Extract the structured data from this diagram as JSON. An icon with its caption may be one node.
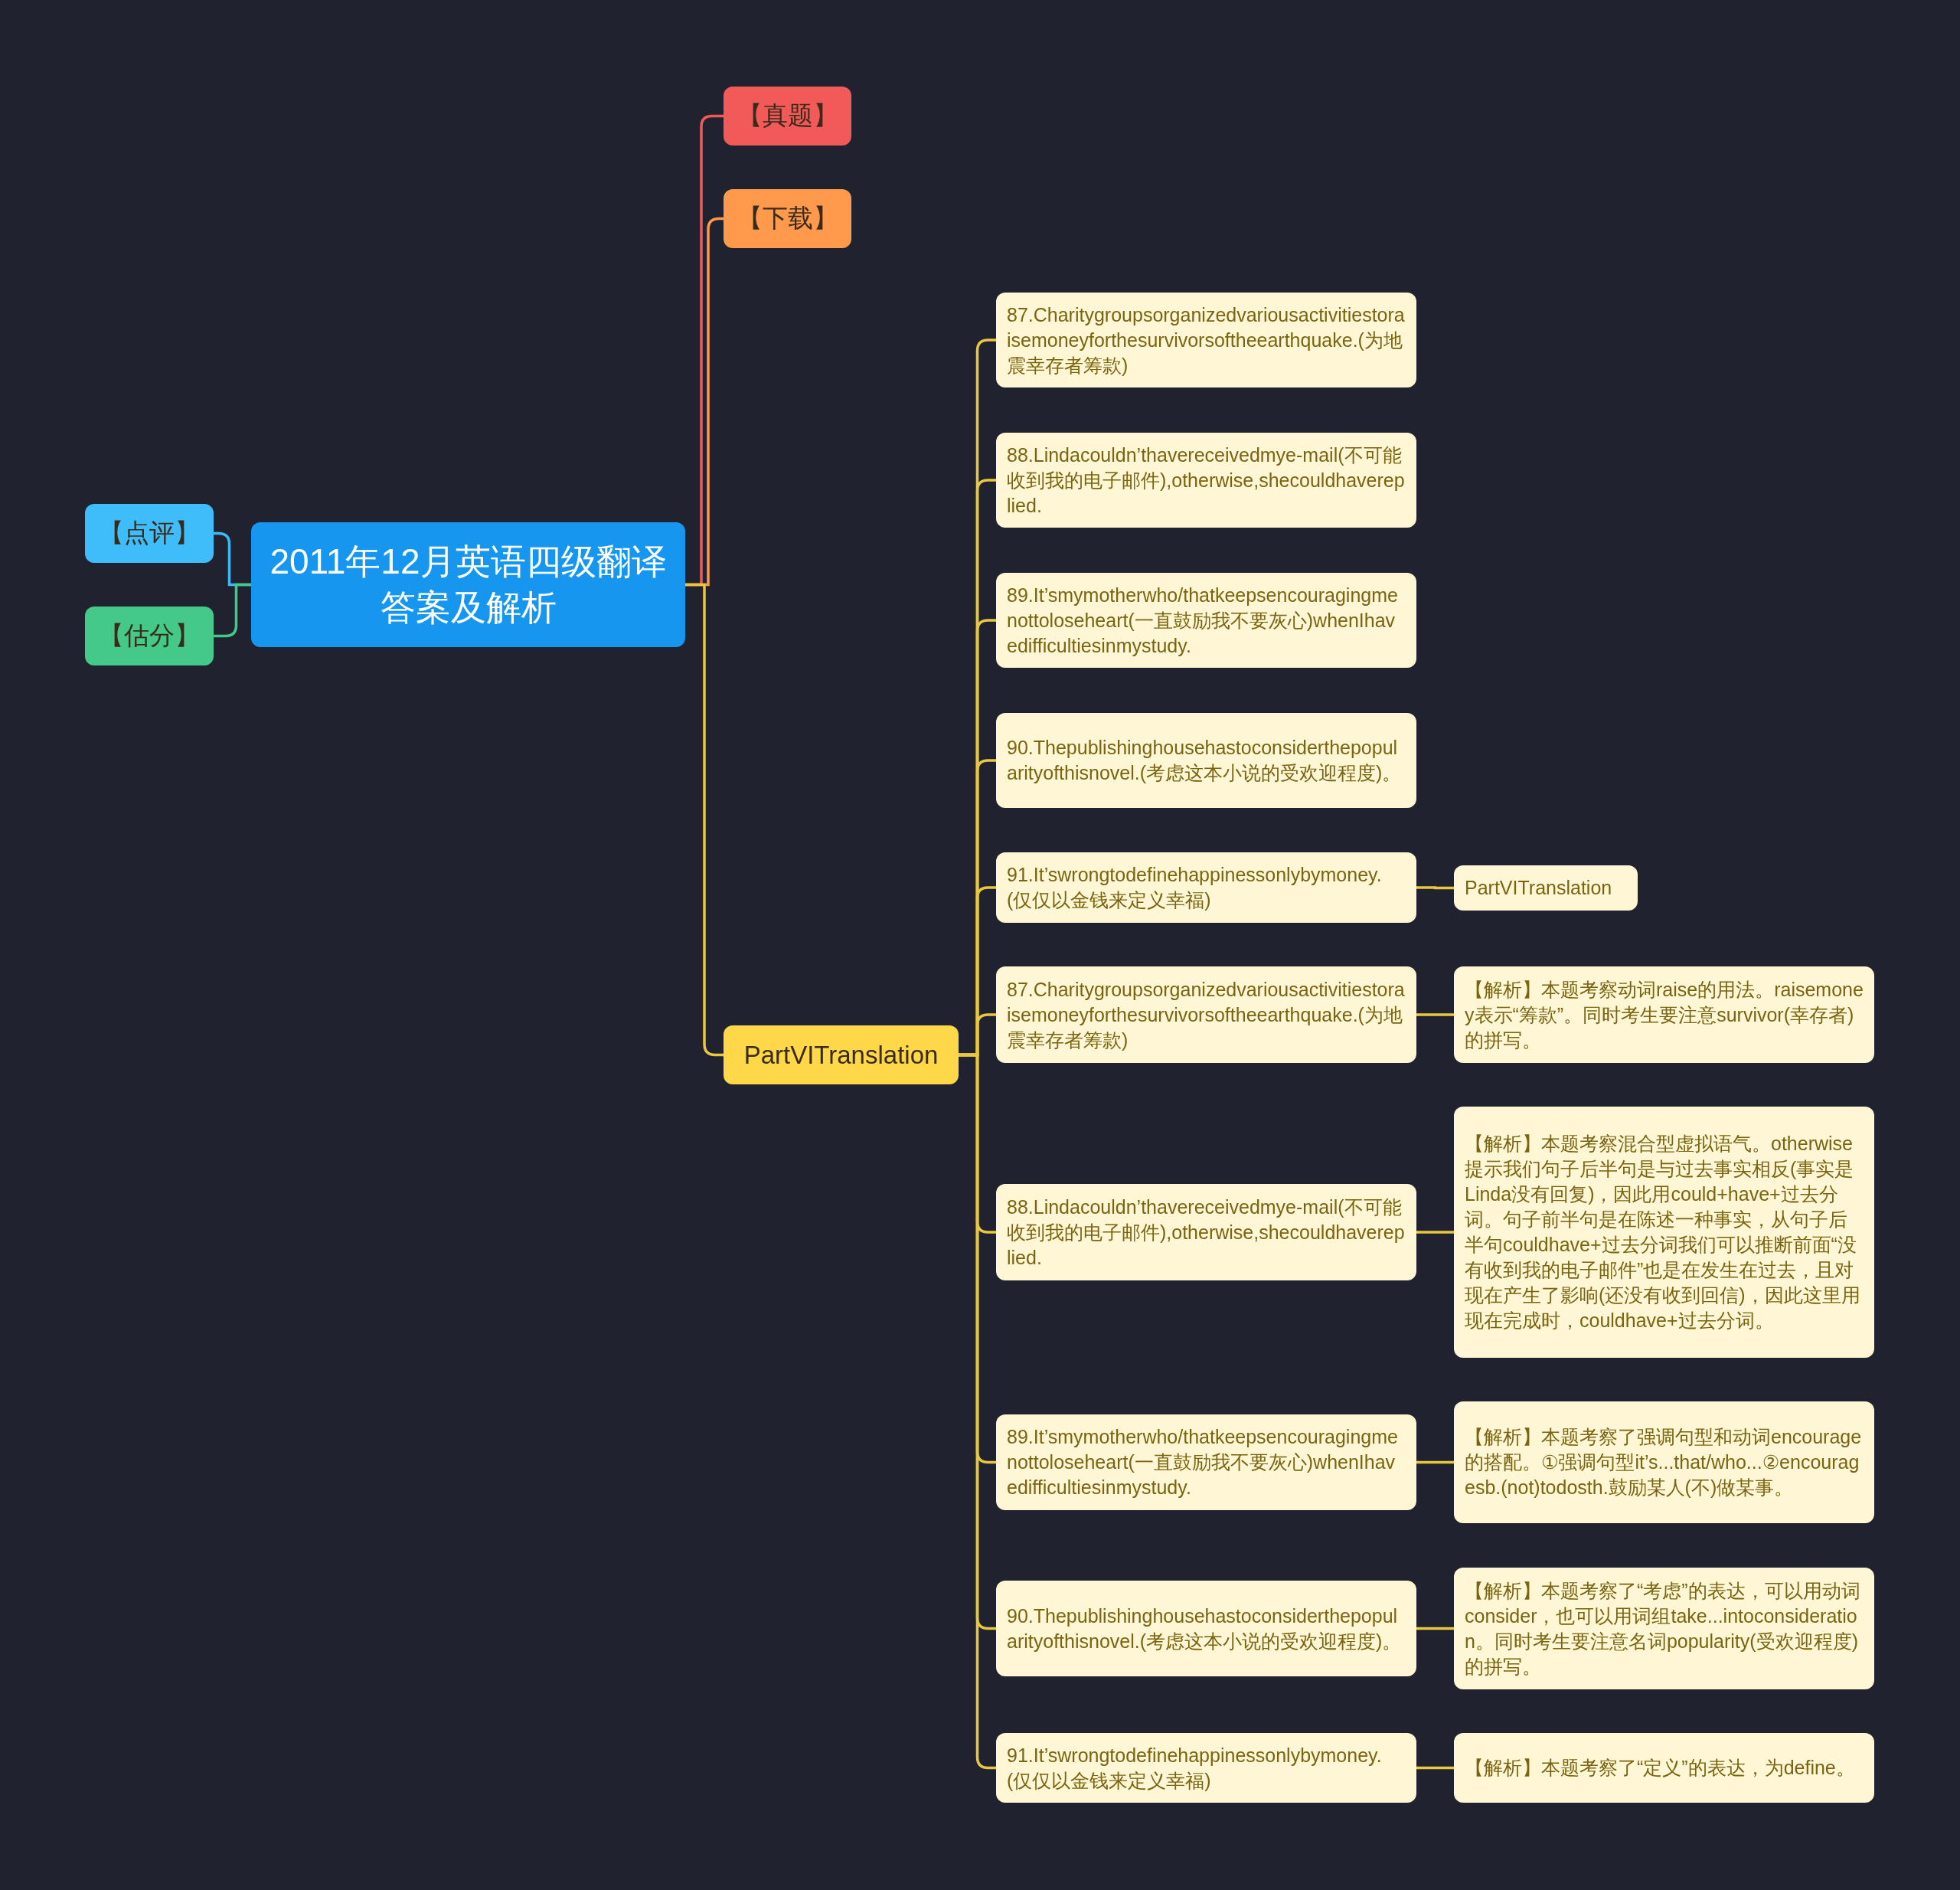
{
  "diagram": {
    "nodes": [
      {
        "text": [
          "2011年12月英语四级翻译答案及解析"
        ]
      },
      {
        "text": [
          "【点评】"
        ]
      },
      {
        "text": [
          "【估分】"
        ]
      },
      {
        "text": [
          "【真题】"
        ]
      },
      {
        "text": [
          "【下载】"
        ]
      },
      {
        "text": [
          "PartVITranslation"
        ]
      },
      {
        "text": [
          "87.Charitygroupsorganizedvariousactivitiestoraisemoneyforthesurvivorsoftheearthquake.(为地震幸存者筹款)"
        ]
      },
      {
        "text": [
          "88.Lindacouldn’thavereceivedmye-mail(不可能收到我的电子邮件),otherwise,shecouldhavereplied."
        ]
      },
      {
        "text": [
          "89.It’smymotherwho/thatkeepsencouragingmenottoloseheart(一直鼓励我不要灰心)whenIhavedifficultiesinmystudy."
        ]
      },
      {
        "text": [
          "90.Thepublishinghousehastoconsiderthepopularityofthisnovel.(考虑这本小说的受欢迎程度)。"
        ]
      },
      {
        "text": [
          "91.It’swrongtodefinehappinessonlybymoney.(仅仅以金钱来定义幸福)"
        ]
      },
      {
        "text": [
          "PartVITranslation"
        ]
      },
      {
        "text": [
          "87.Charitygroupsorganizedvariousactivitiestoraisemoneyforthesurvivorsoftheearthquake.(为地震幸存者筹款)"
        ]
      },
      {
        "text": [
          "【解析】本题考察动词raise的用法。raisemoney表示“筹款”。同时考生要注意survivor(幸存者)的拼写。"
        ]
      },
      {
        "text": [
          "88.Lindacouldn’thavereceivedmye-mail(不可能收到我的电子邮件),otherwise,shecouldhavereplied."
        ]
      },
      {
        "text": [
          "【解析】本题考察混合型虚拟语气。otherwise提示我们句子后半句是与过去事实相反(事实是Linda没有回复)，因此用could+have+过去分词。句子前半句是在陈述一种事实，从句子后半句couldhave+过去分词我们可以推断前面“没有收到我的电子邮件”也是在发生在过去，且对现在产生了影响(还没有收到回信)，因此这里用现在完成时，couldhave+过去分词。"
        ]
      },
      {
        "text": [
          "89.It’smymotherwho/thatkeepsencouragingmenottoloseheart(一直鼓励我不要灰心)whenIhavedifficultiesinmystudy."
        ]
      },
      {
        "text": [
          "【解析】本题考察了强调句型和动词encourage的搭配。①强调句型it’s...that/who...②encouragesb.(not)todosth.鼓励某人(不)做某事。"
        ]
      },
      {
        "text": [
          "90.Thepublishinghousehastoconsiderthepopularityofthisnovel.(考虑这本小说的受欢迎程度)。"
        ]
      },
      {
        "text": [
          "【解析】本题考察了“考虑”的表达，可以用动词consider，也可以用词组take...intoconsideration。同时考生要注意名词popularity(受欢迎程度)的拼写。"
        ]
      },
      {
        "text": [
          "91.It’swrongtodefinehappinessonlybymoney.(仅仅以金钱来定义幸福)"
        ]
      },
      {
        "text": [
          "【解析】本题考察了“定义”的表达，为define。"
        ]
      }
    ],
    "edges": [
      {
        "from": 0,
        "to": 1,
        "arrow": "none",
        "color": "#3fb8f5"
      },
      {
        "from": 0,
        "to": 2,
        "arrow": "none",
        "color": "#45c98a"
      },
      {
        "from": 0,
        "to": 3,
        "arrow": "none",
        "color": "#f25a5a"
      },
      {
        "from": 0,
        "to": 4,
        "arrow": "none",
        "color": "#ff9a4d"
      },
      {
        "from": 0,
        "to": 5,
        "arrow": "none"
      },
      {
        "from": 5,
        "to": 6,
        "arrow": "none"
      },
      {
        "from": 5,
        "to": 7,
        "arrow": "none"
      },
      {
        "from": 5,
        "to": 8,
        "arrow": "none"
      },
      {
        "from": 5,
        "to": 9,
        "arrow": "none"
      },
      {
        "from": 5,
        "to": 10,
        "arrow": "none"
      },
      {
        "from": 10,
        "to": 11,
        "arrow": "none"
      },
      {
        "from": 5,
        "to": 12,
        "arrow": "none"
      },
      {
        "from": 12,
        "to": 13,
        "arrow": "none"
      },
      {
        "from": 5,
        "to": 14,
        "arrow": "none"
      },
      {
        "from": 14,
        "to": 15,
        "arrow": "none"
      },
      {
        "from": 5,
        "to": 16,
        "arrow": "none"
      },
      {
        "from": 16,
        "to": 17,
        "arrow": "none"
      },
      {
        "from": 5,
        "to": 18,
        "arrow": "none"
      },
      {
        "from": 18,
        "to": 19,
        "arrow": "none"
      },
      {
        "from": 5,
        "to": 20,
        "arrow": "none"
      },
      {
        "from": 20,
        "to": 21,
        "arrow": "none"
      }
    ]
  }
}
